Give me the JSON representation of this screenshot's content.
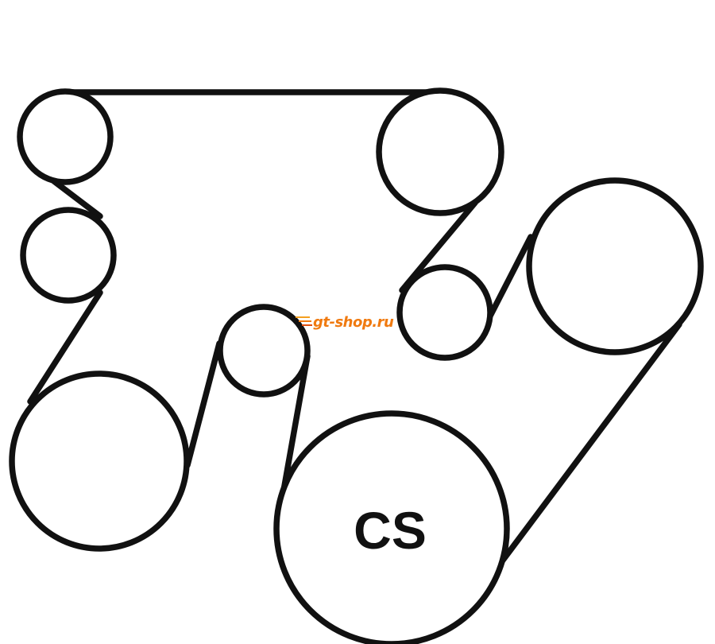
{
  "diagram": {
    "pulleys": [
      {
        "id": "upper-left-idler",
        "label": ""
      },
      {
        "id": "upper-right-pulley",
        "label": ""
      },
      {
        "id": "left-idler",
        "label": ""
      },
      {
        "id": "middle-right-idler",
        "label": ""
      },
      {
        "id": "large-right-pulley",
        "label": ""
      },
      {
        "id": "center-idler",
        "label": ""
      },
      {
        "id": "lower-left-pulley",
        "label": ""
      },
      {
        "id": "crankshaft-pulley",
        "label": "CS"
      }
    ],
    "watermark": {
      "text": "gt-shop.ru",
      "color": "#f07a10"
    },
    "colors": {
      "stroke": "#111111",
      "background": "#ffffff"
    }
  }
}
